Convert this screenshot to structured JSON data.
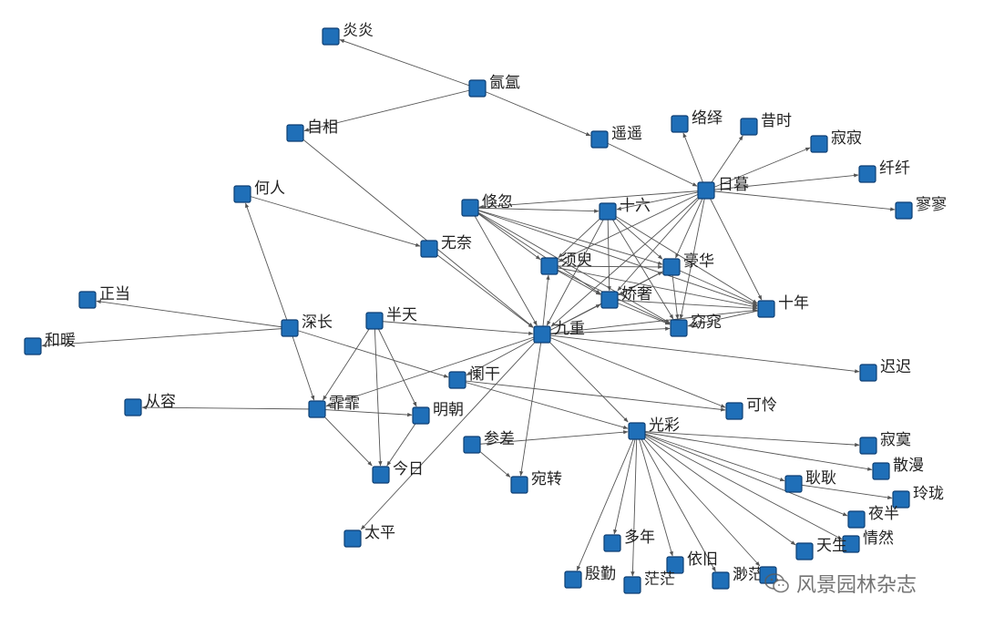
{
  "nodes": [
    {
      "id": "yanyan",
      "label": "炎炎"
    },
    {
      "id": "yinyun",
      "label": "氤氲"
    },
    {
      "id": "zixiang",
      "label": "自相"
    },
    {
      "id": "yaoyao",
      "label": "遥遥"
    },
    {
      "id": "luoyi",
      "label": "络绎"
    },
    {
      "id": "xishi",
      "label": "昔时"
    },
    {
      "id": "jiji",
      "label": "寂寂"
    },
    {
      "id": "xianxian",
      "label": "纤纤"
    },
    {
      "id": "liaoliao",
      "label": "寥寥"
    },
    {
      "id": "rimu",
      "label": "日暮"
    },
    {
      "id": "heren",
      "label": "何人"
    },
    {
      "id": "shuhu",
      "label": "倏忽"
    },
    {
      "id": "shiliu",
      "label": "十六"
    },
    {
      "id": "wunai",
      "label": "无奈"
    },
    {
      "id": "xuyu",
      "label": "须臾"
    },
    {
      "id": "haohua",
      "label": "豪华"
    },
    {
      "id": "jiaoshe",
      "label": "娇奢"
    },
    {
      "id": "shinian",
      "label": "十年"
    },
    {
      "id": "zhengdang",
      "label": "正当"
    },
    {
      "id": "shenchang",
      "label": "深长"
    },
    {
      "id": "bantian",
      "label": "半天"
    },
    {
      "id": "jiuchong",
      "label": "九重"
    },
    {
      "id": "yaotiao",
      "label": "窈窕"
    },
    {
      "id": "henuan",
      "label": "和暖"
    },
    {
      "id": "chichi",
      "label": "迟迟"
    },
    {
      "id": "langan",
      "label": "阑干"
    },
    {
      "id": "congrong",
      "label": "从容"
    },
    {
      "id": "feifei",
      "label": "霏霏"
    },
    {
      "id": "mingzhao",
      "label": "明朝"
    },
    {
      "id": "kelian",
      "label": "可怜"
    },
    {
      "id": "guangcai",
      "label": "光彩"
    },
    {
      "id": "cenci",
      "label": "参差"
    },
    {
      "id": "jimo",
      "label": "寂寞"
    },
    {
      "id": "sanman",
      "label": "散漫"
    },
    {
      "id": "jinri",
      "label": "今日"
    },
    {
      "id": "wanzhuan",
      "label": "宛转"
    },
    {
      "id": "gengeng",
      "label": "耿耿"
    },
    {
      "id": "linglong",
      "label": "玲珑"
    },
    {
      "id": "yeban",
      "label": "夜半"
    },
    {
      "id": "taiping",
      "label": "太平"
    },
    {
      "id": "duonian",
      "label": "多年"
    },
    {
      "id": "qingran",
      "label": "情然"
    },
    {
      "id": "yijiu",
      "label": "依旧"
    },
    {
      "id": "tiansheng",
      "label": "天生"
    },
    {
      "id": "yinqin",
      "label": "殷勤"
    },
    {
      "id": "mangmang",
      "label": "茫茫"
    },
    {
      "id": "miaomang",
      "label": "渺茫"
    },
    {
      "id": "hidden1",
      "label": ""
    }
  ],
  "edges": [
    [
      "yinyun",
      "yanyan"
    ],
    [
      "yinyun",
      "zixiang"
    ],
    [
      "yinyun",
      "yaoyao"
    ],
    [
      "yaoyao",
      "rimu"
    ],
    [
      "rimu",
      "luoyi"
    ],
    [
      "rimu",
      "xishi"
    ],
    [
      "rimu",
      "jiji"
    ],
    [
      "rimu",
      "xianxian"
    ],
    [
      "rimu",
      "liaoliao"
    ],
    [
      "rimu",
      "shuhu"
    ],
    [
      "rimu",
      "shiliu"
    ],
    [
      "rimu",
      "xuyu"
    ],
    [
      "rimu",
      "haohua"
    ],
    [
      "rimu",
      "jiaoshe"
    ],
    [
      "rimu",
      "shinian"
    ],
    [
      "rimu",
      "yaotiao"
    ],
    [
      "rimu",
      "jiuchong"
    ],
    [
      "shuhu",
      "shiliu"
    ],
    [
      "shuhu",
      "haohua"
    ],
    [
      "shuhu",
      "jiaoshe"
    ],
    [
      "shuhu",
      "shinian"
    ],
    [
      "shuhu",
      "yaotiao"
    ],
    [
      "shuhu",
      "xuyu"
    ],
    [
      "shuhu",
      "jiuchong"
    ],
    [
      "shiliu",
      "xuyu"
    ],
    [
      "shiliu",
      "haohua"
    ],
    [
      "shiliu",
      "jiaoshe"
    ],
    [
      "shiliu",
      "shinian"
    ],
    [
      "shiliu",
      "yaotiao"
    ],
    [
      "shiliu",
      "jiuchong"
    ],
    [
      "xuyu",
      "haohua"
    ],
    [
      "xuyu",
      "jiaoshe"
    ],
    [
      "xuyu",
      "shinian"
    ],
    [
      "xuyu",
      "yaotiao"
    ],
    [
      "haohua",
      "jiaoshe"
    ],
    [
      "haohua",
      "shinian"
    ],
    [
      "haohua",
      "yaotiao"
    ],
    [
      "jiaoshe",
      "shinian"
    ],
    [
      "jiaoshe",
      "yaotiao"
    ],
    [
      "shinian",
      "yaotiao"
    ],
    [
      "jiuchong",
      "xuyu"
    ],
    [
      "jiuchong",
      "haohua"
    ],
    [
      "jiuchong",
      "jiaoshe"
    ],
    [
      "jiuchong",
      "shinian"
    ],
    [
      "jiuchong",
      "yaotiao"
    ],
    [
      "jiuchong",
      "chichi"
    ],
    [
      "jiuchong",
      "kelian"
    ],
    [
      "jiuchong",
      "guangcai"
    ],
    [
      "jiuchong",
      "wanzhuan"
    ],
    [
      "jiuchong",
      "feifei"
    ],
    [
      "jiuchong",
      "taiping"
    ],
    [
      "jiuchong",
      "langan"
    ],
    [
      "wunai",
      "jiuchong"
    ],
    [
      "zixiang",
      "jiuchong"
    ],
    [
      "heren",
      "wunai"
    ],
    [
      "shenchang",
      "heren"
    ],
    [
      "bantian",
      "jiuchong"
    ],
    [
      "bantian",
      "feifei"
    ],
    [
      "bantian",
      "jinri"
    ],
    [
      "bantian",
      "mingzhao"
    ],
    [
      "shenchang",
      "zhengdang"
    ],
    [
      "shenchang",
      "henuan"
    ],
    [
      "shenchang",
      "feifei"
    ],
    [
      "shenchang",
      "langan"
    ],
    [
      "feifei",
      "congrong"
    ],
    [
      "feifei",
      "mingzhao"
    ],
    [
      "feifei",
      "jinri"
    ],
    [
      "mingzhao",
      "jinri"
    ],
    [
      "langan",
      "kelian"
    ],
    [
      "langan",
      "guangcai"
    ],
    [
      "cenci",
      "guangcai"
    ],
    [
      "cenci",
      "wanzhuan"
    ],
    [
      "guangcai",
      "jimo"
    ],
    [
      "guangcai",
      "sanman"
    ],
    [
      "guangcai",
      "gengeng"
    ],
    [
      "guangcai",
      "yeban"
    ],
    [
      "guangcai",
      "qingran"
    ],
    [
      "guangcai",
      "tiansheng"
    ],
    [
      "guangcai",
      "duonian"
    ],
    [
      "guangcai",
      "yijiu"
    ],
    [
      "guangcai",
      "yinqin"
    ],
    [
      "guangcai",
      "mangmang"
    ],
    [
      "guangcai",
      "miaomang"
    ],
    [
      "guangcai",
      "hidden1"
    ],
    [
      "gengeng",
      "linglong"
    ]
  ],
  "watermark": {
    "text": "风景园林杂志",
    "icon": "wechat-icon"
  },
  "colors": {
    "node_fill": "#1f6fb8",
    "node_border": "#0d3f73",
    "edge": "#555555"
  }
}
